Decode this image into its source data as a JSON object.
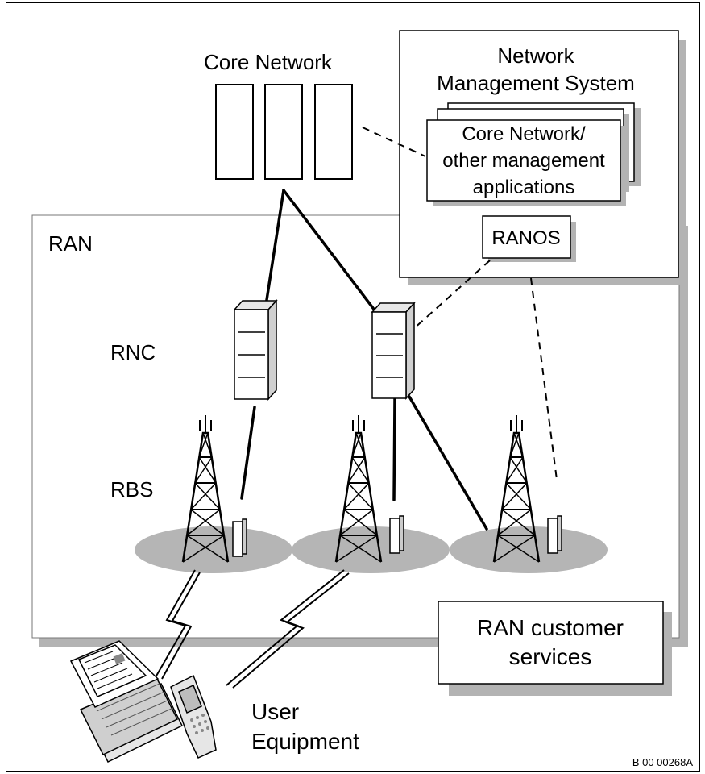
{
  "labels": {
    "core_network": "Core Network",
    "nms_line1": "Network",
    "nms_line2": "Management System",
    "apps_line1": "Core Network/",
    "apps_line2": "other management",
    "apps_line3": "applications",
    "ranos": "RANOS",
    "ran": "RAN",
    "rnc": "RNC",
    "rbs": "RBS",
    "customer_line1": "RAN customer",
    "customer_line2": "services",
    "ue_line1": "User",
    "ue_line2": "Equipment",
    "figure_id": "B 00 00268A"
  },
  "colors": {
    "ran_label": "#9a9a9a",
    "shadow": "#b3b3b3",
    "cell_fill": "#b5b5b5",
    "line": "#000000"
  }
}
